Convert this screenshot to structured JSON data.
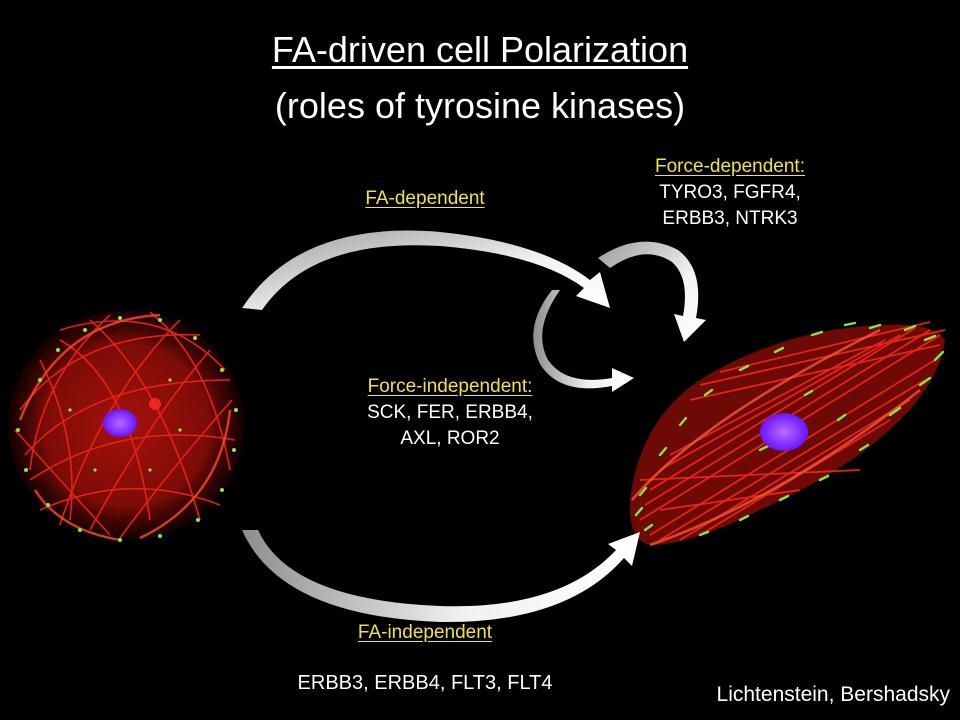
{
  "slide": {
    "title_line1": "FA-driven cell Polarization",
    "title_line2": "(roles of tyrosine kinases)",
    "colors": {
      "background": "#000000",
      "heading_yellow": "#f2e23c",
      "text_white": "#ffffff",
      "arrow_white": "#f4f4f4",
      "actin_red": "#e01a10",
      "focal_adhesion_green": "#7be83a",
      "nucleus_violet": "#8a2cff"
    },
    "force_dependent": {
      "heading": "Force-dependent:",
      "line1": "TYRO3, FGFR4,",
      "line2": "ERBB3, NTRK3"
    },
    "fa_dependent": {
      "heading": "FA-dependent"
    },
    "force_independent": {
      "heading": "Force-independent:",
      "line1": "SCK, FER, ERBB4,",
      "line2": "AXL, ROR2"
    },
    "fa_independent": {
      "heading": "FA-independent",
      "names": "ERBB3, ERBB4, FLT3, FLT4"
    },
    "credit": "Lichtenstein, Bershadsky",
    "images": {
      "left_cell": "round-unpolarized-cell-micrograph",
      "right_cell": "polarized-elongated-cell-micrograph"
    }
  }
}
